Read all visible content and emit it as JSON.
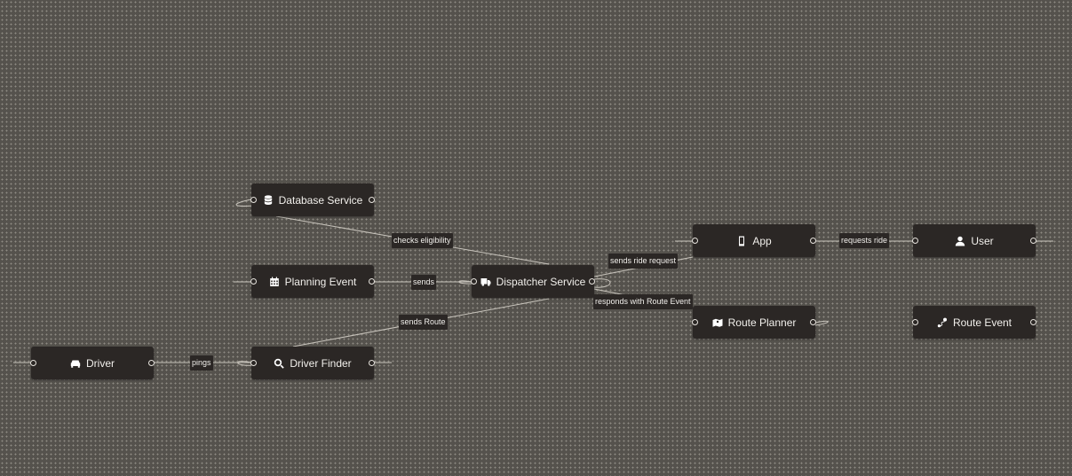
{
  "nodes": [
    {
      "id": "database-service",
      "label": "Database Service",
      "icon": "database-icon"
    },
    {
      "id": "planning-event",
      "label": "Planning Event",
      "icon": "calendar-icon"
    },
    {
      "id": "dispatcher-service",
      "label": "Dispatcher Service",
      "icon": "truck-icon"
    },
    {
      "id": "driver",
      "label": "Driver",
      "icon": "car-icon"
    },
    {
      "id": "driver-finder",
      "label": "Driver Finder",
      "icon": "search-icon"
    },
    {
      "id": "app",
      "label": "App",
      "icon": "mobile-icon"
    },
    {
      "id": "user",
      "label": "User",
      "icon": "user-icon"
    },
    {
      "id": "route-planner",
      "label": "Route Planner",
      "icon": "map-icon"
    },
    {
      "id": "route-event",
      "label": "Route Event",
      "icon": "route-icon"
    }
  ],
  "edges": [
    {
      "from": "database-service",
      "to": "dispatcher-service",
      "label": "checks eligibility"
    },
    {
      "from": "planning-event",
      "to": "dispatcher-service",
      "label": "sends"
    },
    {
      "from": "driver-finder",
      "to": "dispatcher-service",
      "label": "sends Route"
    },
    {
      "from": "driver",
      "to": "driver-finder",
      "label": "pings"
    },
    {
      "from": "dispatcher-service",
      "to": "app",
      "label": "sends ride request"
    },
    {
      "from": "dispatcher-service",
      "to": "route-planner",
      "label": "responds with Route Event"
    },
    {
      "from": "app",
      "to": "user",
      "label": "requests ride"
    }
  ],
  "colors": {
    "canvas": "#55524d",
    "node": "#2b2725",
    "edge": "#c8c4bc",
    "text": "#f2f0ec"
  }
}
